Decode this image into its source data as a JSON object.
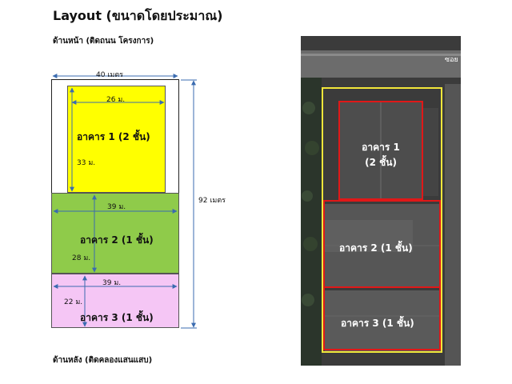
{
  "title": "Layout (ขนาดโดยประมาณ)",
  "front_note": "ด้านหน้า (ติดถนน โครงการ)",
  "back_note": "ด้านหลัง (ติดคลองแสนแสบ)",
  "site": {
    "width_label": "40 เมตร",
    "depth_label": "92 เมตร"
  },
  "buildings": [
    {
      "name": "อาคาร 1 (2 ชั้น)",
      "width_label": "26 ม.",
      "depth_label": "33 ม.",
      "color": "#ffff00"
    },
    {
      "name": "อาคาร 2 (1 ชั้น)",
      "width_label": "39 ม.",
      "depth_label": "28 ม.",
      "color": "#8fcb4a"
    },
    {
      "name": "อาคาร 3 (1 ชั้น)",
      "width_label": "39 ม.",
      "depth_label": "22 ม.",
      "color": "#f5c6f5"
    }
  ],
  "satellite": {
    "road_label": "ซอย นิ",
    "labels": {
      "b1_line1": "อาคาร 1",
      "b1_line2": "(2 ชั้น)",
      "b2": "อาคาร 2 (1 ชั้น)",
      "b3": "อาคาร 3 (1 ชั้น)"
    },
    "outline_colors": {
      "site": "#f2e63a",
      "building": "#e01818"
    }
  },
  "colors": {
    "dimension_line": "#3a6bb0"
  }
}
